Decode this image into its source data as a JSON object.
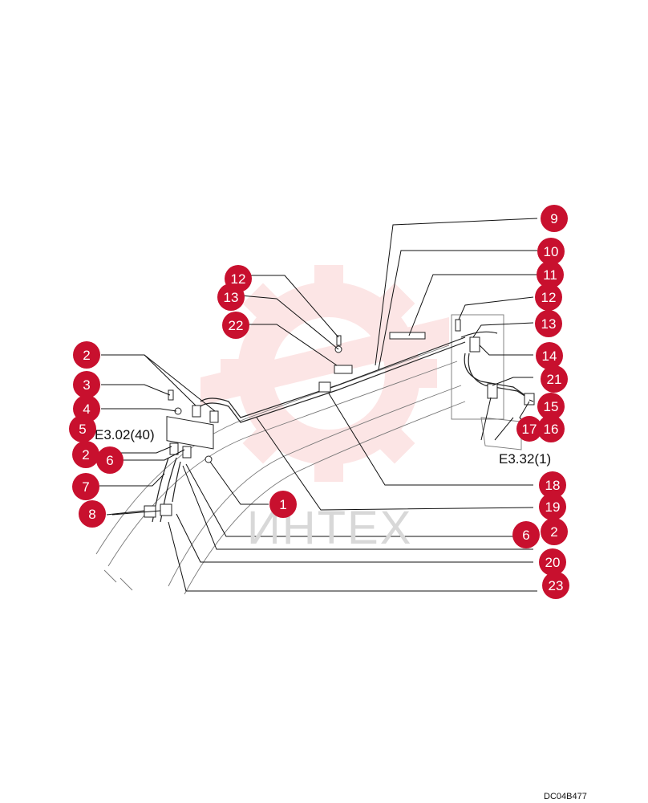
{
  "watermark": {
    "text": "ИНТЕХ",
    "color": "#fbd0d0"
  },
  "drawing_code": "DC04B477",
  "references": [
    "E3.02(40)",
    "E3.32(1)"
  ],
  "bubble_color": "#c8102e",
  "callouts": [
    "9",
    "10",
    "11",
    "12",
    "13",
    "22",
    "12",
    "13",
    "14",
    "21",
    "15",
    "16",
    "17",
    "2",
    "3",
    "4",
    "5",
    "2",
    "6",
    "7",
    "8",
    "1",
    "18",
    "19",
    "6",
    "2",
    "20",
    "23"
  ]
}
